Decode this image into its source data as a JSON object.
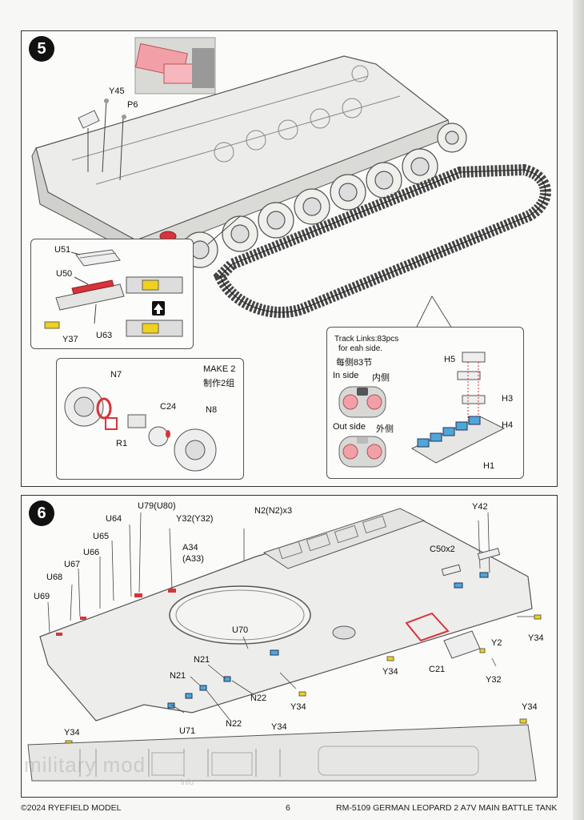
{
  "steps": {
    "s5": "5",
    "s6": "6"
  },
  "step5": {
    "labels": {
      "y45": "Y45",
      "p6": "P6",
      "u51": "U51",
      "u50": "U50",
      "y37": "Y37",
      "u63": "U63",
      "n7": "N7",
      "r1": "R1",
      "c24": "C24",
      "n8": "N8",
      "make_en": "MAKE 2",
      "make_cn": "制作2组",
      "h5": "H5",
      "h3": "H3",
      "h4": "H4",
      "h1": "H1"
    },
    "track_note": {
      "line1": "Track Links:83pcs",
      "line2": "for eah side.",
      "cn": "每侧83节",
      "in_side": "In side",
      "in_side_cn": "内侧",
      "out_side": "Out side",
      "out_side_cn": "外侧"
    }
  },
  "step6": {
    "labels": {
      "u64": "U64",
      "u79": "U79(U80)",
      "y32y": "Y32(Y32)",
      "n2": "N2(N2)x3",
      "y42": "Y42",
      "u65": "U65",
      "a34": "A34",
      "a33": "(A33)",
      "u66": "U66",
      "u67": "U67",
      "u68": "U68",
      "u69": "U69",
      "c50": "C50x2",
      "u70": "U70",
      "y2": "Y2",
      "y34a": "Y34",
      "y34b": "Y34",
      "c21": "C21",
      "y32": "Y32",
      "n21a": "N21",
      "n21b": "N21",
      "n22a": "N22",
      "n22b": "N22",
      "y34c": "Y34",
      "u71": "U71",
      "y34d": "Y34",
      "y34e": "Y34",
      "y34f": "Y34"
    }
  },
  "watermark": {
    "text": "military mod",
    "sub": "info"
  },
  "footer": {
    "left": "©2024 RYEFIELD MODEL",
    "page": "6",
    "right": "RM-5109 GERMAN LEOPARD  2 A7V MAIN BATTLE TANK"
  },
  "colors": {
    "highlight_red": "#d8333a",
    "highlight_pink": "#f2a0a8",
    "highlight_blue": "#4fa6d8",
    "highlight_yellow": "#f0d020"
  }
}
